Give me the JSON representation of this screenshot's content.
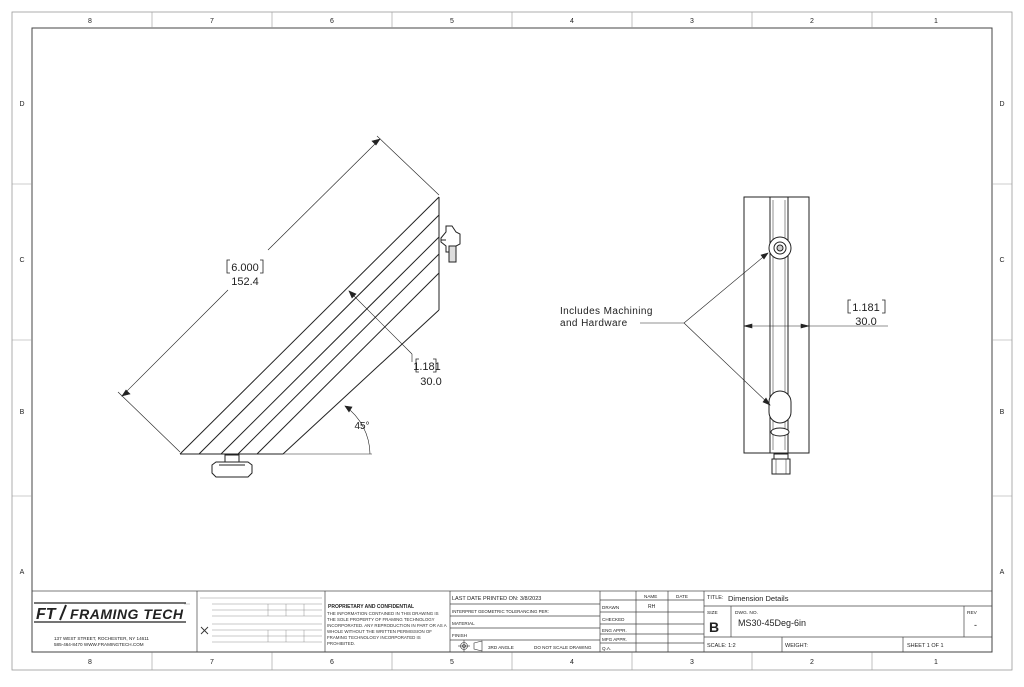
{
  "zone_numbers_top": [
    "8",
    "7",
    "6",
    "5",
    "4",
    "3",
    "2",
    "1"
  ],
  "zone_numbers_bottom": [
    "8",
    "7",
    "6",
    "5",
    "4",
    "3",
    "2",
    "1"
  ],
  "zone_letters_left": [
    "D",
    "C",
    "B",
    "A"
  ],
  "zone_letters_right": [
    "D",
    "C",
    "B",
    "A"
  ],
  "left_view": {
    "length_in": "6.000",
    "length_mm": "152.4",
    "width_in": "1.181",
    "width_mm": "30.0",
    "angle": "45°"
  },
  "right_view": {
    "note_line1": "Includes Machining",
    "note_line2": "and Hardware",
    "width_in": "1.181",
    "width_mm": "30.0"
  },
  "title_block": {
    "logo_ft": "FT",
    "logo_name": "FRAMING TECH",
    "address_line1": "137 WEST STREET, ROCHESTER, NY 14611",
    "address_line2": "585-464-8470   WWW.FRAMINGTECH.COM",
    "proprietary_title": "PROPRIETARY AND CONFIDENTIAL",
    "proprietary_text": "THE INFORMATION CONTAINED IN THIS DRAWING IS THE SOLE PROPERTY OF FRAMING TECHNOLOGY INCORPORATED. ANY REPRODUCTION IN PART OR AS A WHOLE WITHOUT THE WRITTEN PERMISSION OF FRAMING TECHNOLOGY INCORPORATED IS PROHIBITED.",
    "last_printed": "LAST DATE PRINTED ON: 3/8/2023",
    "interpret": "INTERPRET GEOMETRIC TOLERANCING PER:",
    "material_label": "MATERIAL",
    "finish_label": "FINISH",
    "third_angle": "3RD ANGLE",
    "do_not_scale": "DO NOT SCALE DRAWING",
    "name_header": "NAME",
    "date_header": "DATE",
    "drawn_label": "DRAWN",
    "drawn_name": "RH",
    "checked_label": "CHECKED",
    "eng_appr_label": "ENG APPR.",
    "mfg_appr_label": "MFG APPR.",
    "qa_label": "Q.A.",
    "title_label": "TITLE:",
    "title_value": "Dimension Details",
    "size_label": "SIZE",
    "size_value": "B",
    "dwg_no_label": "DWG. NO.",
    "dwg_no_value": "MS30-45Deg-6in",
    "rev_label": "REV",
    "rev_value": "-",
    "scale_label": "SCALE: 1:2",
    "weight_label": "WEIGHT:",
    "sheet_label": "SHEET 1 OF 1"
  }
}
